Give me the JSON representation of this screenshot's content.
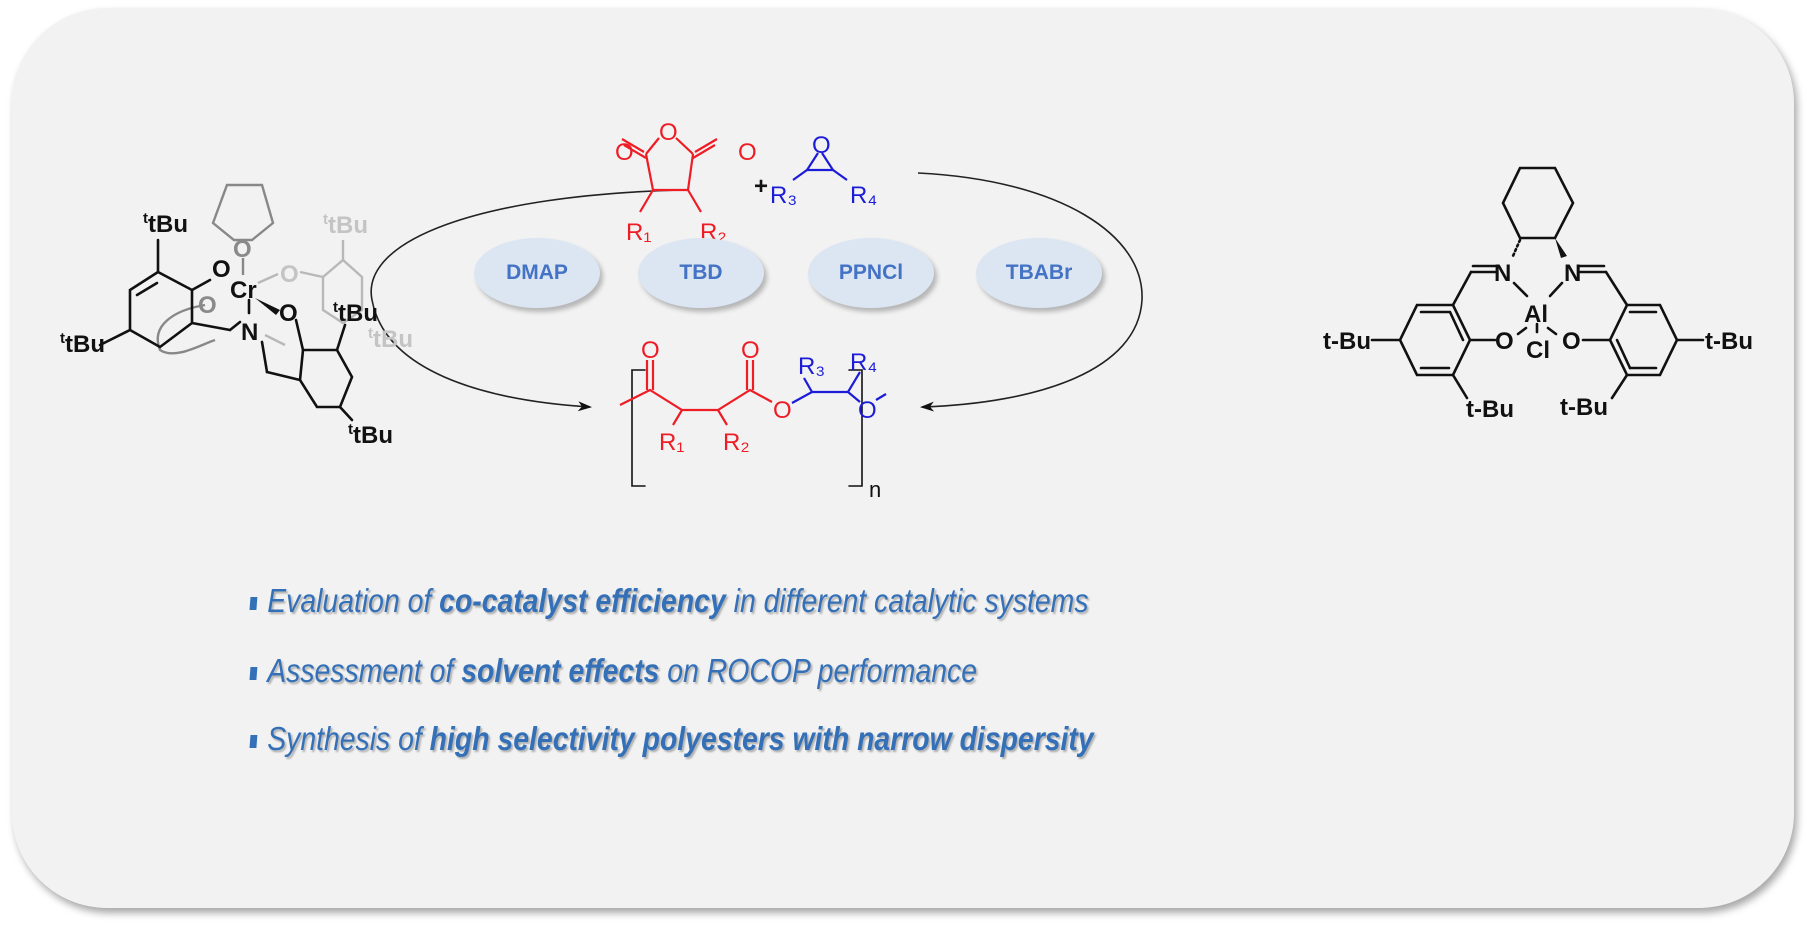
{
  "left_catalyst": {
    "metal": "Cr",
    "atoms": [
      "O",
      "O",
      "N",
      "O",
      "O",
      "O"
    ],
    "substituents": [
      "tBu",
      "tBu",
      "tBu",
      "tBu",
      "tBu",
      "tBu"
    ]
  },
  "anhydride": {
    "atoms": [
      "O",
      "O",
      "O"
    ],
    "r_groups": [
      "R₁",
      "R₂"
    ]
  },
  "plus": "+",
  "epoxide": {
    "atoms": [
      "O"
    ],
    "r_groups": [
      "R₃",
      "R₄"
    ]
  },
  "cocatalysts": [
    "DMAP",
    "TBD",
    "PPNCl",
    "TBABr"
  ],
  "polymer": {
    "red_atoms": [
      "O",
      "O",
      "O"
    ],
    "blue_atoms": [
      "O"
    ],
    "r_groups": [
      "R₁",
      "R₂",
      "R₃",
      "R₄"
    ],
    "repeat": "n"
  },
  "right_catalyst": {
    "metal": "Al",
    "ligand": "Cl",
    "atoms": [
      "N",
      "N",
      "O",
      "O"
    ],
    "substituents": [
      "t-Bu",
      "t-Bu",
      "t-Bu",
      "t-Bu"
    ]
  },
  "bullets": [
    {
      "pre": "Evaluation of ",
      "bold": "co-catalyst efficiency",
      "post": " in different catalytic systems"
    },
    {
      "pre": "Assessment of ",
      "bold": "solvent effects",
      "post": " on ROCOP performance"
    },
    {
      "pre": "Synthesis of ",
      "bold": "high selectivity polyesters with narrow dispersity",
      "post": ""
    }
  ],
  "colors": {
    "bullet_text": "#3470b8",
    "cocat_fill": "#dce6f2",
    "cocat_text": "#4472c4",
    "anhydride": "#ee1c25",
    "epoxide": "#1c1cd8"
  }
}
